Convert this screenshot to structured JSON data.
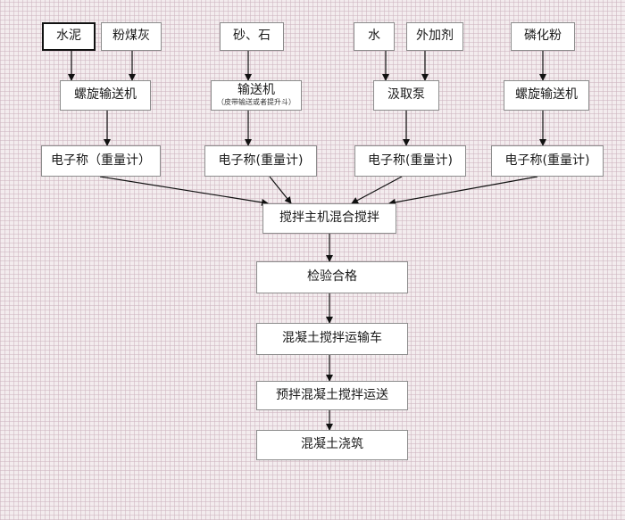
{
  "flow": {
    "cement": "水泥",
    "fly_ash": "粉煤灰",
    "sand_stone": "砂、石",
    "water": "水",
    "admixture": "外加剂",
    "phosphorus_powder": "磷化粉",
    "screw_conveyor_left": "螺旋输送机",
    "conveyor": "输送机",
    "conveyor_note": "（皮带输送或者提升斗）",
    "pump": "汲取泵",
    "screw_conveyor_right": "螺旋输送机",
    "scale_1": "电子称（重量计）",
    "scale_2": "电子称(重量计)",
    "scale_3": "电子称(重量计)",
    "scale_4": "电子称(重量计)",
    "mixer": "搅拌主机混合搅拌",
    "inspection": "检验合格",
    "truck": "混凝土搅拌运输车",
    "premix_transport": "预拌混凝土搅拌运送",
    "pouring": "混凝土浇筑"
  }
}
